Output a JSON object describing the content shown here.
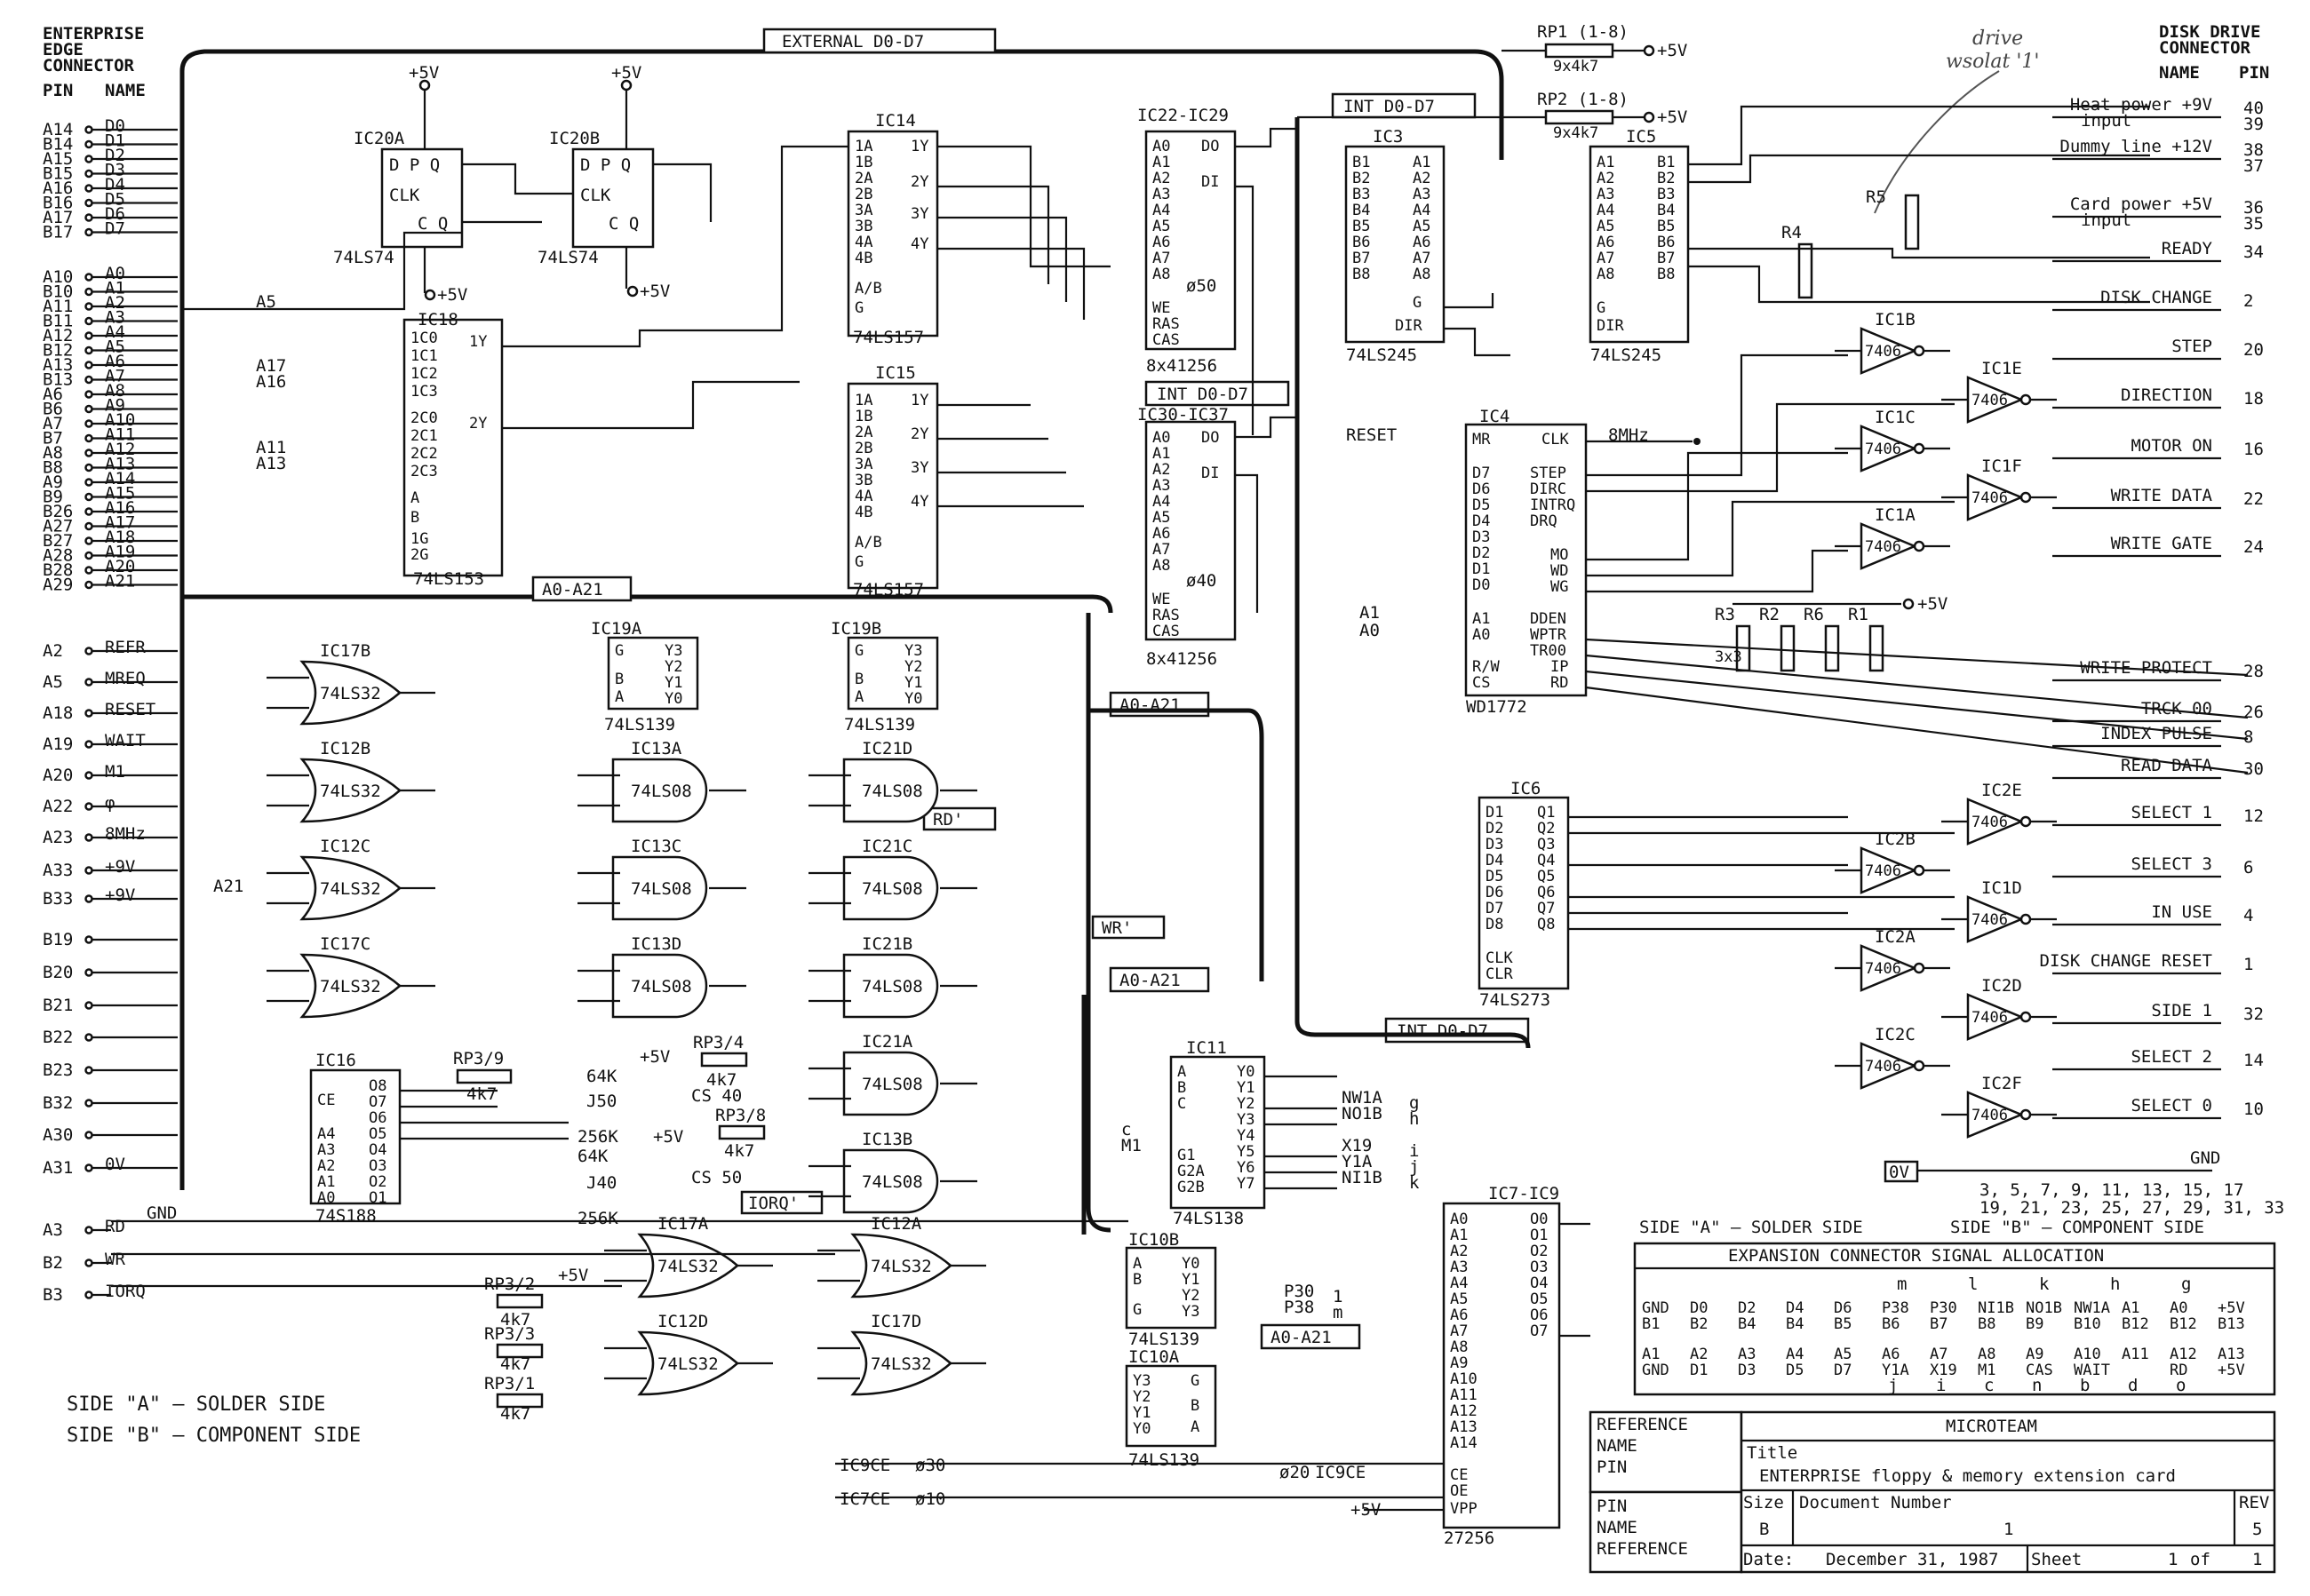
{
  "left_header": [
    "ENTERPRISE",
    "EDGE",
    "CONNECTOR"
  ],
  "left_cols": [
    "PIN",
    "NAME"
  ],
  "right_header": [
    "DISK DRIVE",
    "CONNECTOR"
  ],
  "right_cols": [
    "NAME",
    "PIN"
  ],
  "handwriting": [
    "drive",
    "wsolat '1'"
  ],
  "buses": {
    "ext": "EXTERNAL D0-D7",
    "int1": "INT D0-D7",
    "int2": "INT D0-D7",
    "int3": "INT D0-D7",
    "a1": "A0-A21",
    "a2": "A0-A21",
    "a3": "A0-A21",
    "a4": "A0-A21",
    "rd": "RD'",
    "wr": "WR'",
    "iorq": "IORQ'"
  },
  "rp": {
    "rp1": "RP1 (1-8)",
    "rp1v": "9x4k7",
    "rp2": "RP2 (1-8)",
    "rp2v": "9x4k7",
    "v5": "+5V"
  },
  "edge_data_pins": [
    {
      "pin": "A14",
      "name": "D0"
    },
    {
      "pin": "B14",
      "name": "D1"
    },
    {
      "pin": "A15",
      "name": "D2"
    },
    {
      "pin": "B15",
      "name": "D3"
    },
    {
      "pin": "A16",
      "name": "D4"
    },
    {
      "pin": "B16",
      "name": "D5"
    },
    {
      "pin": "A17",
      "name": "D6"
    },
    {
      "pin": "B17",
      "name": "D7"
    }
  ],
  "edge_addr_pins": [
    {
      "pin": "A10",
      "name": "A0"
    },
    {
      "pin": "B10",
      "name": "A1"
    },
    {
      "pin": "A11",
      "name": "A2"
    },
    {
      "pin": "B11",
      "name": "A3"
    },
    {
      "pin": "A12",
      "name": "A4"
    },
    {
      "pin": "B12",
      "name": "A5"
    },
    {
      "pin": "A13",
      "name": "A6"
    },
    {
      "pin": "B13",
      "name": "A7"
    },
    {
      "pin": "A6",
      "name": "A8"
    },
    {
      "pin": "B6",
      "name": "A9"
    },
    {
      "pin": "A7",
      "name": "A10"
    },
    {
      "pin": "B7",
      "name": "A11"
    },
    {
      "pin": "A8",
      "name": "A12"
    },
    {
      "pin": "B8",
      "name": "A13"
    },
    {
      "pin": "A9",
      "name": "A14"
    },
    {
      "pin": "B9",
      "name": "A15"
    },
    {
      "pin": "B26",
      "name": "A16"
    },
    {
      "pin": "A27",
      "name": "A17"
    },
    {
      "pin": "B27",
      "name": "A18"
    },
    {
      "pin": "A28",
      "name": "A19"
    },
    {
      "pin": "B28",
      "name": "A20"
    },
    {
      "pin": "A29",
      "name": "A21"
    }
  ],
  "edge_ctrl_pins": [
    {
      "pin": "A2",
      "name": "REFR"
    },
    {
      "pin": "A5",
      "name": "MREQ"
    },
    {
      "pin": "A18",
      "name": "RESET"
    },
    {
      "pin": "A19",
      "name": "WAIT"
    },
    {
      "pin": "A20",
      "name": "M1"
    },
    {
      "pin": "A22",
      "name": "φ"
    },
    {
      "pin": "A23",
      "name": "8MHz"
    },
    {
      "pin": "A33",
      "name": "+9V"
    },
    {
      "pin": "B33",
      "name": "+9V"
    },
    {
      "pin": "B19",
      "name": ""
    },
    {
      "pin": "B20",
      "name": ""
    },
    {
      "pin": "B21",
      "name": ""
    },
    {
      "pin": "B22",
      "name": ""
    },
    {
      "pin": "B23",
      "name": ""
    },
    {
      "pin": "B32",
      "name": ""
    },
    {
      "pin": "A30",
      "name": ""
    },
    {
      "pin": "A31",
      "name": "0V"
    }
  ],
  "edge_bottom_pins": [
    {
      "pin": "A3",
      "name": "RD"
    },
    {
      "pin": "B2",
      "name": "WR"
    },
    {
      "pin": "B3",
      "name": "IORQ"
    }
  ],
  "gnd": "GND",
  "disk_pins": [
    {
      "name": "Heat power +9V",
      "sub": "input",
      "pin": "40",
      "pin2": "39"
    },
    {
      "name": "Dummy line +12V",
      "sub": "",
      "pin": "38",
      "pin2": "37"
    },
    {
      "name": "Card power +5V",
      "sub": "input",
      "pin": "36",
      "pin2": "35"
    },
    {
      "name": "READY",
      "sub": "",
      "pin": "34",
      "pin2": ""
    },
    {
      "name": "DISK CHANGE",
      "sub": "",
      "pin": "2",
      "pin2": ""
    },
    {
      "name": "STEP",
      "sub": "",
      "pin": "20",
      "pin2": ""
    },
    {
      "name": "DIRECTION",
      "sub": "",
      "pin": "18",
      "pin2": ""
    },
    {
      "name": "MOTOR ON",
      "sub": "",
      "pin": "16",
      "pin2": ""
    },
    {
      "name": "WRITE DATA",
      "sub": "",
      "pin": "22",
      "pin2": ""
    },
    {
      "name": "WRITE GATE",
      "sub": "",
      "pin": "24",
      "pin2": ""
    },
    {
      "name": "WRITE PROTECT",
      "sub": "",
      "pin": "28",
      "pin2": ""
    },
    {
      "name": "TRCK 00",
      "sub": "",
      "pin": "26",
      "pin2": ""
    },
    {
      "name": "INDEX PULSE",
      "sub": "",
      "pin": "8",
      "pin2": ""
    },
    {
      "name": "READ DATA",
      "sub": "",
      "pin": "30",
      "pin2": ""
    },
    {
      "name": "SELECT 1",
      "sub": "",
      "pin": "12",
      "pin2": ""
    },
    {
      "name": "SELECT 3",
      "sub": "",
      "pin": "6",
      "pin2": ""
    },
    {
      "name": "IN USE",
      "sub": "",
      "pin": "4",
      "pin2": ""
    },
    {
      "name": "DISK CHANGE RESET",
      "sub": "",
      "pin": "1",
      "pin2": ""
    },
    {
      "name": "SIDE 1",
      "sub": "",
      "pin": "32",
      "pin2": ""
    },
    {
      "name": "SELECT 2",
      "sub": "",
      "pin": "14",
      "pin2": ""
    },
    {
      "name": "SELECT 0",
      "sub": "",
      "pin": "10",
      "pin2": ""
    }
  ],
  "disk_gnd": {
    "label": "GND",
    "zero": "0V",
    "pins1": "3, 5, 7, 9, 11, 13, 15, 17",
    "pins2": "19, 21, 23, 25, 27, 29, 31, 33"
  },
  "ics": {
    "ic20a": {
      "name": "IC20A",
      "type": "74LS74"
    },
    "ic20b": {
      "name": "IC20B",
      "type": "74LS74"
    },
    "ic14": {
      "name": "IC14",
      "type": "74LS157"
    },
    "ic15": {
      "name": "IC15",
      "type": "74LS157"
    },
    "ic18": {
      "name": "IC18",
      "type": "74LS153"
    },
    "ic22": {
      "name": "IC22-IC29",
      "type": "8x41256",
      "note": "ø50"
    },
    "ic30": {
      "name": "IC30-IC37",
      "type": "8x41256",
      "note": "ø40"
    },
    "ic3": {
      "name": "IC3",
      "type": "74LS245"
    },
    "ic5": {
      "name": "IC5",
      "type": "74LS245"
    },
    "ic4": {
      "name": "IC4",
      "type": "WD1772"
    },
    "ic6": {
      "name": "IC6",
      "type": "74LS273"
    },
    "ic19a": {
      "name": "IC19A",
      "type": "74LS139"
    },
    "ic19b": {
      "name": "IC19B",
      "type": "74LS139"
    },
    "ic16": {
      "name": "IC16",
      "type": "74S188"
    },
    "ic11": {
      "name": "IC11",
      "type": "74LS138"
    },
    "ic10b": {
      "name": "IC10B",
      "type": "74LS139"
    },
    "ic10a": {
      "name": "IC10A",
      "type": "74LS139"
    },
    "ic7": {
      "name": "IC7-IC9",
      "type": "27256"
    }
  },
  "gates": [
    {
      "name": "IC17B",
      "type": "74LS32"
    },
    {
      "name": "IC12B",
      "type": "74LS32"
    },
    {
      "name": "IC12C",
      "type": "74LS32"
    },
    {
      "name": "IC17C",
      "type": "74LS32"
    },
    {
      "name": "IC13A",
      "type": "74LS08"
    },
    {
      "name": "IC13C",
      "type": "74LS08"
    },
    {
      "name": "IC13D",
      "type": "74LS08"
    },
    {
      "name": "IC21D",
      "type": "74LS08"
    },
    {
      "name": "IC21C",
      "type": "74LS08"
    },
    {
      "name": "IC21B",
      "type": "74LS08"
    },
    {
      "name": "IC21A",
      "type": "74LS08"
    },
    {
      "name": "IC13B",
      "type": "74LS08"
    },
    {
      "name": "IC17A",
      "type": "74LS32"
    },
    {
      "name": "IC12D",
      "type": "74LS32"
    },
    {
      "name": "IC12A",
      "type": "74LS32"
    },
    {
      "name": "IC17D",
      "type": "74LS32"
    }
  ],
  "inverters": [
    {
      "name": "IC1B",
      "type": "7406"
    },
    {
      "name": "IC1E",
      "type": "7406"
    },
    {
      "name": "IC1C",
      "type": "7406"
    },
    {
      "name": "IC1F",
      "type": "7406"
    },
    {
      "name": "IC1A",
      "type": "7406"
    },
    {
      "name": "IC2E",
      "type": "7406"
    },
    {
      "name": "IC2B",
      "type": "7406"
    },
    {
      "name": "IC1D",
      "type": "7406"
    },
    {
      "name": "IC2A",
      "type": "7406"
    },
    {
      "name": "IC2D",
      "type": "7406"
    },
    {
      "name": "IC2C",
      "type": "7406"
    },
    {
      "name": "IC2F",
      "type": "7406"
    }
  ],
  "resistors": {
    "r3": "R3",
    "r2": "R2",
    "r6": "R6",
    "r1": "R1",
    "r4": "R4",
    "r5": "R5",
    "val": "3x3",
    "v5": "+5V"
  },
  "jumpers": {
    "rp39": "RP3/9",
    "rp34": "RP3/4",
    "rp38": "RP3/8",
    "rp32": "RP3/2",
    "rp33": "RP3/3",
    "rp31": "RP3/1",
    "r4k7": "4k7",
    "k64a": "64K",
    "j50": "J50",
    "k256a": "256K",
    "k64b": "64K",
    "j40": "J40",
    "k256b": "256K",
    "cs40": "CS 40",
    "cs50": "CS 50",
    "v5": "+5V"
  },
  "misc_signals": {
    "a5": "A5",
    "a17": "A17",
    "a16": "A16",
    "a11": "A11",
    "a13": "A13",
    "a21": "A21",
    "reset": "RESET",
    "mhz8": "8MHz",
    "a1": "A1",
    "a0": "A0",
    "nw1a": "NW1A",
    "no1b": "NO1B",
    "x19": "X19",
    "y1a": "Y1A",
    "ni1b": "NI1B",
    "g": "g",
    "h": "h",
    "i": "i",
    "j": "j",
    "k": "k",
    "p30": "P30",
    "p38": "P38",
    "n1": "1",
    "m": "m",
    "m1": "M1",
    "c": "c",
    "ic9ce": "IC9CE",
    "ic7ce": "IC7CE",
    "f30": "ø30",
    "f10": "ø10",
    "f20": "ø20",
    "v5": "+5V",
    "vpp": "VPP"
  },
  "sides": {
    "a": "SIDE \"A\" — SOLDER SIDE",
    "b": "SIDE \"B\" — COMPONENT SIDE"
  },
  "allocation": {
    "title": "EXPANSION CONNECTOR SIGNAL ALLOCATION",
    "letters": [
      "m",
      "l",
      "k",
      "h",
      "g"
    ],
    "row1": [
      "GND",
      "D0",
      "D2",
      "D4",
      "D6",
      "P38",
      "P30",
      "NI1B",
      "NO1B",
      "NW1A",
      "A1",
      "A0",
      "+5V"
    ],
    "row2": [
      "B1",
      "B2",
      "B4",
      "B4",
      "B5",
      "B6",
      "B7",
      "B8",
      "B9",
      "B10",
      "B12",
      "B12",
      "B13"
    ],
    "row3": [
      "A1",
      "A2",
      "A3",
      "A4",
      "A5",
      "A6",
      "A7",
      "A8",
      "A9",
      "A10",
      "A11",
      "A12",
      "A13"
    ],
    "row4": [
      "GND",
      "D1",
      "D3",
      "D5",
      "D7",
      "Y1A",
      "X19",
      "M1",
      "CAS",
      "WAIT",
      "",
      "RD",
      "+5V"
    ],
    "letters2": [
      "j",
      "i",
      "c",
      "n",
      "b",
      "d",
      "o"
    ]
  },
  "refbox": {
    "rows": [
      "REFERENCE",
      "NAME",
      "PIN"
    ],
    "rows2": [
      "PIN",
      "NAME",
      "REFERENCE"
    ]
  },
  "titleblock": {
    "company": "MICROTEAM",
    "title_label": "Title",
    "title": "ENTERPRISE floppy & memory extension card",
    "size_label": "Size",
    "size": "B",
    "docnum_label": "Document Number",
    "docnum": "1",
    "rev_label": "REV",
    "rev": "5",
    "date_label": "Date:",
    "date": "December 31, 1987",
    "sheet_label": "Sheet",
    "sheet": "1",
    "of": "of",
    "sheets": "1"
  }
}
